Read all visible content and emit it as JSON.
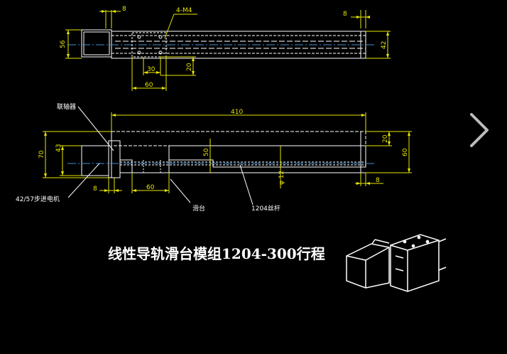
{
  "top_view": {
    "dims": {
      "d8_top": "8",
      "thread": "4-M4",
      "d8_right": "8",
      "h56": "56",
      "h42": "42",
      "w30": "30",
      "h20": "20",
      "w60": "60"
    }
  },
  "front_view": {
    "labels": {
      "coupling": "联轴器",
      "motor": "42/57步进电机",
      "slider": "滑台",
      "screw": "1204丝杆"
    },
    "dims": {
      "len410": "410",
      "h20": "20",
      "h60": "60",
      "h70": "70",
      "h43": "43",
      "h50": "50",
      "d12": "φ 12",
      "w8_left": "8",
      "w60": "60",
      "w8_right": "8"
    }
  },
  "title": "线性导轨滑台模组1204-300行程",
  "icons": {
    "next": "chevron-right-icon",
    "preview": "module-3d-preview"
  }
}
